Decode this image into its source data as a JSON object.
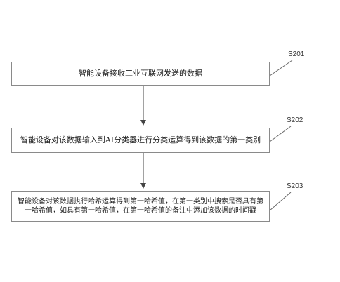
{
  "diagram": {
    "steps": [
      {
        "label": "S201",
        "text": "智能设备接收工业互联网发送的数据"
      },
      {
        "label": "S202",
        "text": "智能设备对该数据输入到AI分类器进行分类运算得到该数据的第一类别"
      },
      {
        "label": "S203",
        "text": "智能设备对该数据执行哈希运算得到第一哈希值，在第一类别中搜索是否具有第一哈希值，如具有第一哈希值，在第一哈希值的备注中添加该数据的时间戳"
      }
    ]
  }
}
